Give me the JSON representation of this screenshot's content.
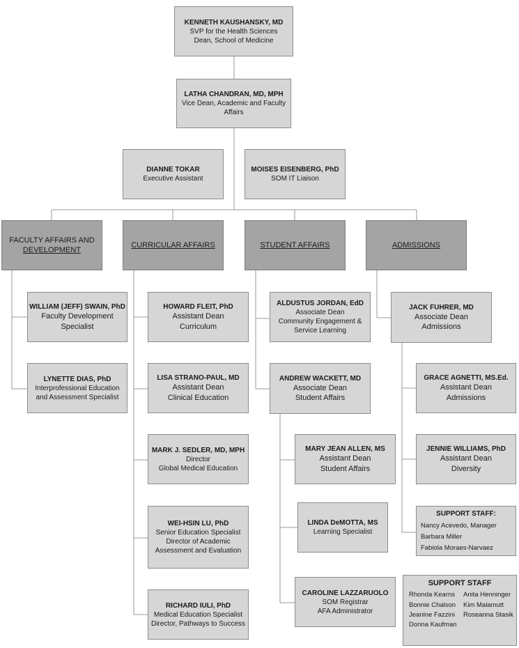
{
  "kaushansky": {
    "name": "KENNETH KAUSHANSKY, MD",
    "line1": "SVP for the Health Sciences",
    "line2": "Dean, School of Medicine"
  },
  "chandran": {
    "name": "LATHA CHANDRAN, MD, MPH",
    "line1": "Vice Dean, Academic and Faculty",
    "line2": "Affairs"
  },
  "tokar": {
    "name": "DIANNE TOKAR",
    "line1": "Executive Assistant"
  },
  "eisenberg": {
    "name": "MOISES EISENBERG, PhD",
    "line1": "SOM IT Liaison"
  },
  "departments": {
    "faculty": {
      "line1": "FACULTY AFFAIRS AND",
      "line2": "DEVELOPMENT"
    },
    "curricular": "CURRICULAR AFFAIRS",
    "student": "STUDENT AFFAIRS",
    "admissions": "ADMISSIONS"
  },
  "swain": {
    "name": "WILLIAM (JEFF) SWAIN, PhD",
    "line1": "Faculty Development",
    "line2": "Specialist"
  },
  "dias": {
    "name": "LYNETTE DIAS, PhD",
    "line1": "Interprofessional Education",
    "line2": "and Assessment Specialist"
  },
  "fleit": {
    "name": "HOWARD FLEIT, PhD",
    "line1": "Assistant Dean",
    "line2": "Curriculum"
  },
  "strano": {
    "name": "LISA STRANO-PAUL, MD",
    "line1": "Assistant Dean",
    "line2": "Clinical Education"
  },
  "sedler": {
    "name": "MARK J. SEDLER, MD, MPH",
    "line1": "Director",
    "line2": "Global Medical Education"
  },
  "lu": {
    "name": "WEI-HSIN LU, PhD",
    "line1": "Senior Education Specialist",
    "line2": "Director of Academic",
    "line3": "Assessment and Evaluation"
  },
  "iuli": {
    "name": "RICHARD IULI, PhD",
    "line1": "Medical Education Specialist",
    "line2": "Director, Pathways to Success"
  },
  "jordan": {
    "name": "ALDUSTUS JORDAN, EdD",
    "line1": "Associate Dean",
    "line2": "Community Engagement &",
    "line3": "Service Learning"
  },
  "wackett": {
    "name": "ANDREW WACKETT, MD",
    "line1": "Associate Dean",
    "line2": "Student Affairs"
  },
  "allen": {
    "name": "MARY JEAN ALLEN, MS",
    "line1": "Assistant Dean",
    "line2": "Student Affairs"
  },
  "demotta": {
    "name": "LINDA DeMOTTA, MS",
    "line1": "Learning Specialist"
  },
  "lazzaruolo": {
    "name": "CAROLINE LAZZARUOLO",
    "line1": "SOM Registrar",
    "line2": "AFA Administrator"
  },
  "fuhrer": {
    "name": "JACK FUHRER, MD",
    "line1": "Associate Dean",
    "line2": "Admissions"
  },
  "agnetti": {
    "name": "GRACE AGNETTI, MS.Ed.",
    "line1": "Assistant Dean",
    "line2": "Admissions"
  },
  "williams": {
    "name": "JENNIE WILLIAMS, PhD",
    "line1": "Assistant Dean",
    "line2": "Diversity"
  },
  "admissions_support": {
    "title": "SUPPORT STAFF:",
    "staff": [
      "Nancy Acevedo, Manager",
      "Barbara Miller",
      "Fabiola Moraes-Narvaez"
    ]
  },
  "support_staff": {
    "title": "SUPPORT STAFF",
    "staff": [
      "Rhonda Kearns",
      "Anita Henninger",
      "Bonnie Chalson",
      "Kim Malamutt",
      "Jeanine Fazzini",
      "Roseanna Stasik",
      "Donna Kaufman"
    ]
  }
}
